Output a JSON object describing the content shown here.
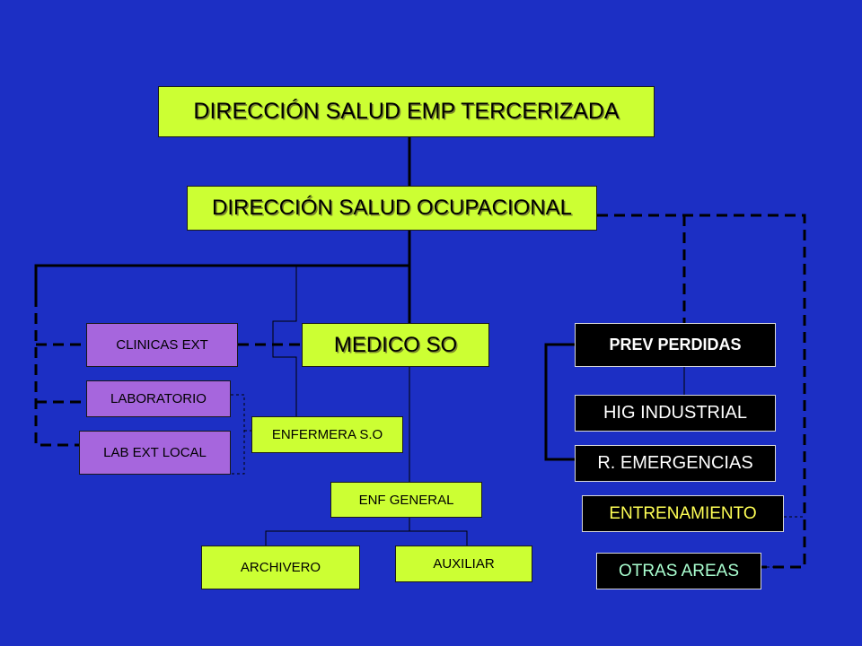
{
  "nodes": {
    "dir_emp": "DIRECCIÓN SALUD EMP TERCERIZADA",
    "dir_so": "DIRECCIÓN SALUD OCUPACIONAL",
    "medico": "MEDICO SO",
    "clinicas": "CLINICAS EXT",
    "laboratorio": "LABORATORIO",
    "lab_ext_local": "LAB EXT LOCAL",
    "enfermera_so": "ENFERMERA S.O",
    "enf_general": "ENF GENERAL",
    "archivero": "ARCHIVERO",
    "auxiliar": "AUXILIAR",
    "prev_perdidas": "PREV PERDIDAS",
    "hig_industrial": "HIG INDUSTRIAL",
    "r_emergencias": "R. EMERGENCIAS",
    "entrenamiento": "ENTRENAMIENTO",
    "otras_areas": "OTRAS AREAS"
  },
  "colors": {
    "background": "#1c2fc4",
    "box_lime": "#ccff33",
    "box_lilac": "#a666dd",
    "box_dark": "#000000",
    "line": "#000000"
  }
}
